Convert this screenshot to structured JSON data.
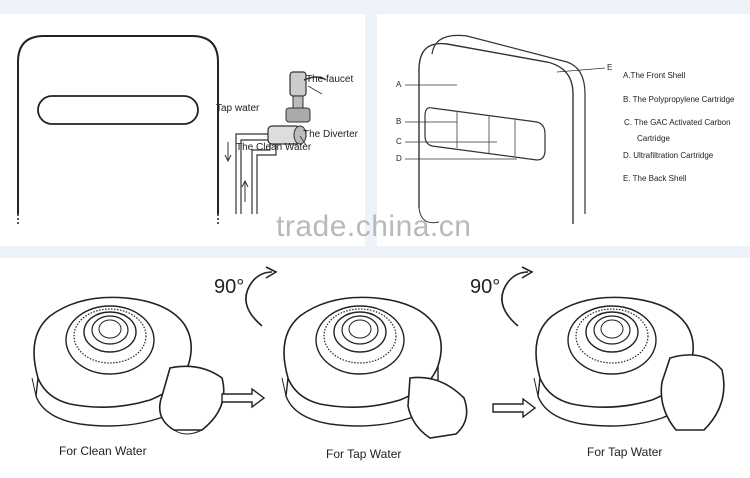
{
  "top_left": {
    "label_faucet": "The faucet",
    "label_tap_water": "Tap water",
    "label_diverter": "The Diverter",
    "label_clean_water": "The Clean Water"
  },
  "top_right": {
    "callouts": [
      "A",
      "B",
      "C",
      "D",
      "E"
    ],
    "legend": [
      "A.The Front Shell",
      "B. The Polypropylene Cartridge",
      "C.  The GAC Activated Carbon",
      "Cartridge",
      "D. Ultrafiltration Cartridge",
      "E. The Back Shell"
    ]
  },
  "watermark": "trade.china.cn",
  "bottom": {
    "rotation_labels": [
      "90°",
      "90°"
    ],
    "captions": [
      "For Clean Water",
      "For Tap Water",
      "For Tap Water"
    ]
  }
}
